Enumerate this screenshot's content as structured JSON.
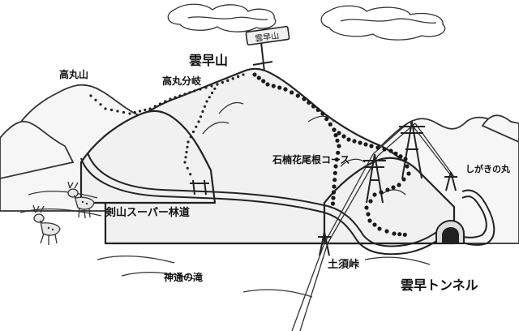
{
  "labels": {
    "takamaruyama": "高丸山",
    "kumosouyama": "雲早山",
    "takamaru_bunki": "高丸分岐",
    "ishikusu_course": "石楠花尾根コース",
    "shigakinomaru": "しがきの丸",
    "tsurugi_rindo": "剣山スーパー林道",
    "doshu_toge": "土須峠",
    "jintsu_falls": "神通の滝",
    "kumosou_tunnel": "雲早トンネル",
    "summit_sign": "雲早山"
  },
  "colors": {
    "ink": "#222222",
    "fill": "#f1f1f1",
    "trail": "#1a1a1a"
  },
  "icons": [
    "deer-icon",
    "summit-signpost-icon",
    "power-pylon-icon",
    "tunnel-portal-icon",
    "cloud-icon"
  ]
}
